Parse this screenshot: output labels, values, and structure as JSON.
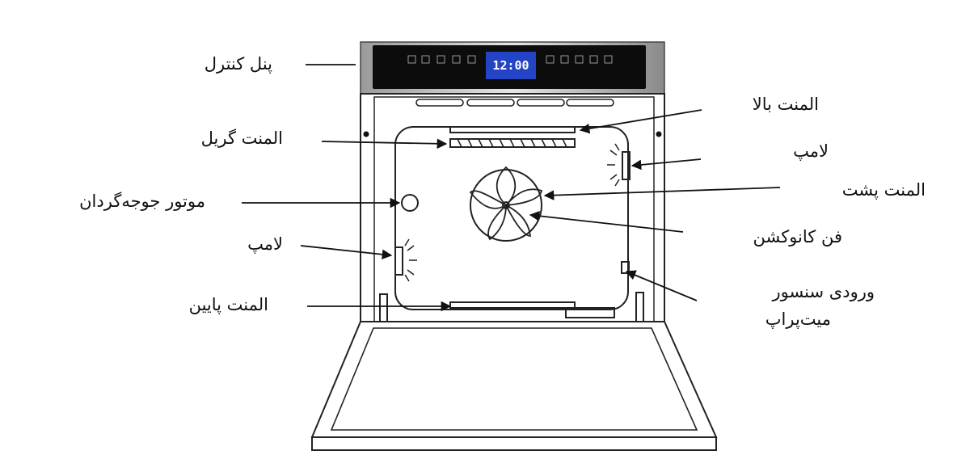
{
  "display": {
    "clock": "12:00"
  },
  "labels": {
    "control_panel": "پنل کنترل",
    "grill_element": "المنت گریل",
    "rotisserie_motor": "موتور جوجه‌گردان",
    "lamp_left": "لامپ",
    "bottom_element": "المنت پایین",
    "top_element": "المنت بالا",
    "lamp_right": "لامپ",
    "back_element": "المنت پشت",
    "convection_fan": "فن کانوکشن",
    "meat_probe_line1": "ورودی سنسور",
    "meat_probe_line2": "میت‌پراپ"
  },
  "colors": {
    "line": "#111111",
    "panel": "#0c0c0c",
    "display": "#2344c4",
    "display_text": "#ffffff"
  }
}
